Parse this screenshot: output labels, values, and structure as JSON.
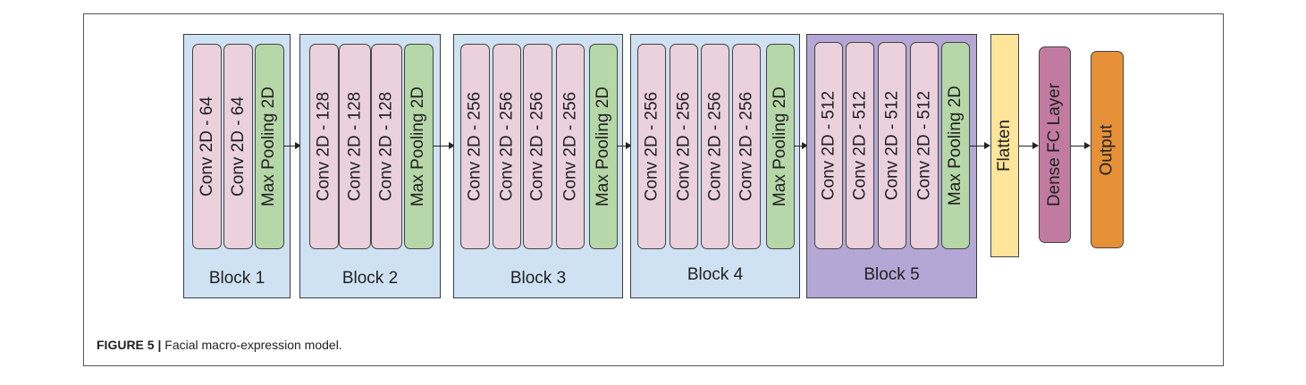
{
  "figure": {
    "number_label": "FIGURE 5",
    "separator": "|",
    "caption": "Facial macro-expression model."
  },
  "blocks": [
    {
      "label": "Block 1",
      "layers": [
        "Conv 2D - 64",
        "Conv 2D - 64",
        "Max Pooling 2D"
      ]
    },
    {
      "label": "Block 2",
      "layers": [
        "Conv 2D - 128",
        "Conv 2D - 128",
        "Conv 2D - 128",
        "Max Pooling 2D"
      ]
    },
    {
      "label": "Block 3",
      "layers": [
        "Conv 2D - 256",
        "Conv 2D - 256",
        "Conv 2D - 256",
        "Conv 2D - 256",
        "Max Pooling 2D"
      ]
    },
    {
      "label": "Block 4",
      "layers": [
        "Conv 2D - 256",
        "Conv 2D - 256",
        "Conv 2D - 256",
        "Conv 2D - 256",
        "Max Pooling 2D"
      ]
    },
    {
      "label": "Block 5",
      "layers": [
        "Conv 2D - 512",
        "Conv 2D - 512",
        "Conv 2D - 512",
        "Conv 2D - 512",
        "Max Pooling 2D"
      ]
    }
  ],
  "head": {
    "flatten": "Flatten",
    "dense": "Dense FC Layer",
    "output": "Output"
  },
  "colors": {
    "block_bg": "#cfe2f3",
    "block5_bg": "#b4a7d6",
    "conv": "#ead1dc",
    "pool": "#b6d7a8",
    "flatten": "#ffe599",
    "dense": "#c27ba0",
    "output": "#e69138"
  }
}
